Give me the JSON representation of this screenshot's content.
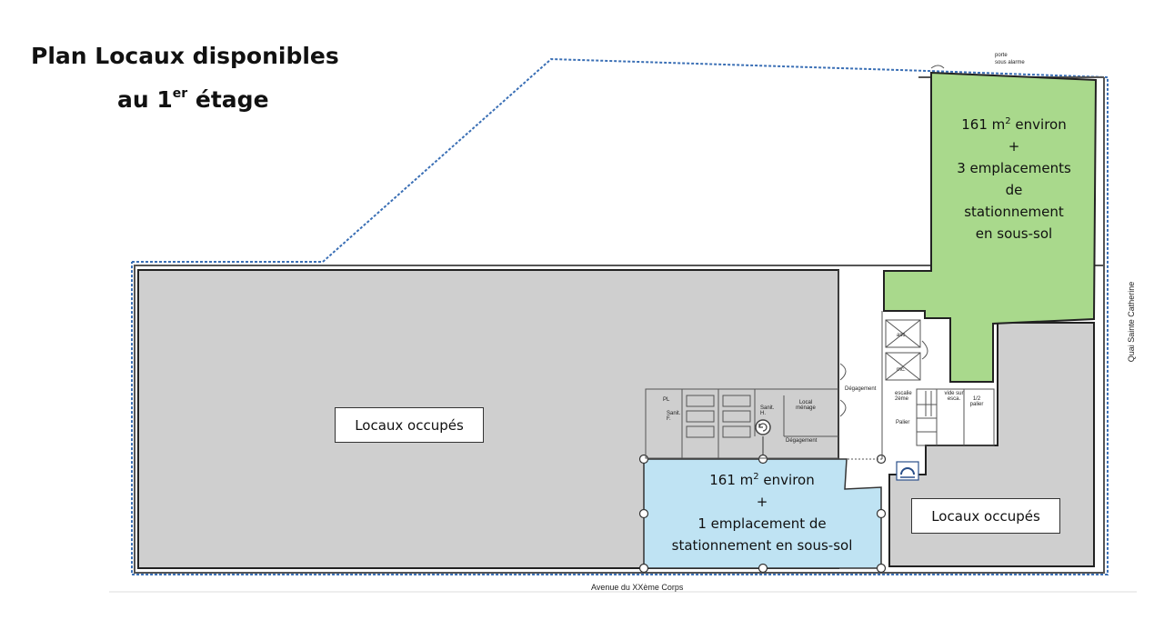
{
  "title": {
    "line1": "Plan Locaux disponibles",
    "line2_prefix": "au 1",
    "line2_sup": "er",
    "line2_suffix": " étage"
  },
  "areas": {
    "green": {
      "size_prefix": "161 m",
      "size_sup": "2",
      "size_suffix": " environ",
      "plus": "+",
      "lines": [
        "3 emplacements",
        "de",
        "stationnement",
        "en sous-sol"
      ],
      "color": "#a9d98c"
    },
    "blue": {
      "size_prefix": "161 m",
      "size_sup": "2",
      "size_suffix": " environ",
      "plus": "+",
      "lines": [
        "1 emplacement de",
        "stationnement en sous-sol"
      ],
      "color": "#bfe3f3"
    },
    "occupied_color": "#cfcfcf",
    "occupied_left": "Locaux occupés",
    "occupied_right": "Locaux occupés"
  },
  "plan_labels": {
    "porte": "porte",
    "sous_alarme": "sous alarme",
    "street_bottom": "Avenue   du XXème Corps",
    "street_right": "Quai  Sainte Catherine",
    "pl": "PL",
    "sanit_f": "Sanit. F.",
    "sanit_h": "Sanit. H.",
    "local_menage": "Local ménage",
    "degagement_1": "Dégagement",
    "degagement_2": "Dégagement",
    "asc": "asc.",
    "mc": "mc.",
    "escalier": "escalie 2ème",
    "vide": "vide sur esca.",
    "demi_palier": "1/2 palier",
    "palier": "Palier"
  },
  "icons": [
    "fire-extinguisher-icon",
    "emergency-exit-icon"
  ]
}
